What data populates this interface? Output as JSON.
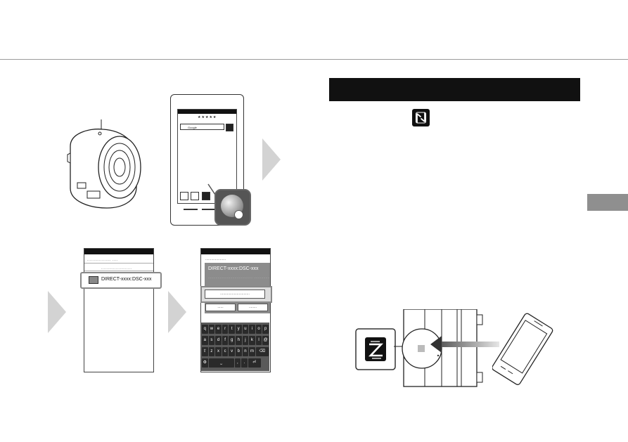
{
  "phone_home": {
    "status_stars": "★★★★★",
    "search_text": "Google",
    "dock_dots": ".......   ........"
  },
  "wifi_list": {
    "row1_dots": "..................  ....",
    "row2_dots": ".......................",
    "ssid": "DIRECT-xxxx:DSC-xxx"
  },
  "password_screen": {
    "header_dots": ".....................",
    "dialog_ssid": "DIRECT-xxxx:DSC-xxx",
    "dialog_lines": "..........................................  ...............",
    "password_placeholder": "..............................",
    "cancel_label": "......",
    "connect_label": "........"
  },
  "keyboard": {
    "row1": [
      "q",
      "w",
      "e",
      "r",
      "t",
      "y",
      "u",
      "i",
      "o",
      "p"
    ],
    "row2": [
      "a",
      "s",
      "d",
      "f",
      "g",
      "h",
      "j",
      "k",
      "l",
      "@"
    ],
    "row3": [
      "⇧",
      "z",
      "x",
      "c",
      "v",
      "b",
      "n",
      "m",
      "⌫"
    ],
    "row4": [
      "⚙",
      "⎵",
      ",",
      ".",
      "⏎"
    ]
  },
  "colors": {
    "rule": "#9a9a9a",
    "header_bar": "#111111",
    "side_tab": "#8f8f8f",
    "arrow": "#d3d3d3"
  }
}
